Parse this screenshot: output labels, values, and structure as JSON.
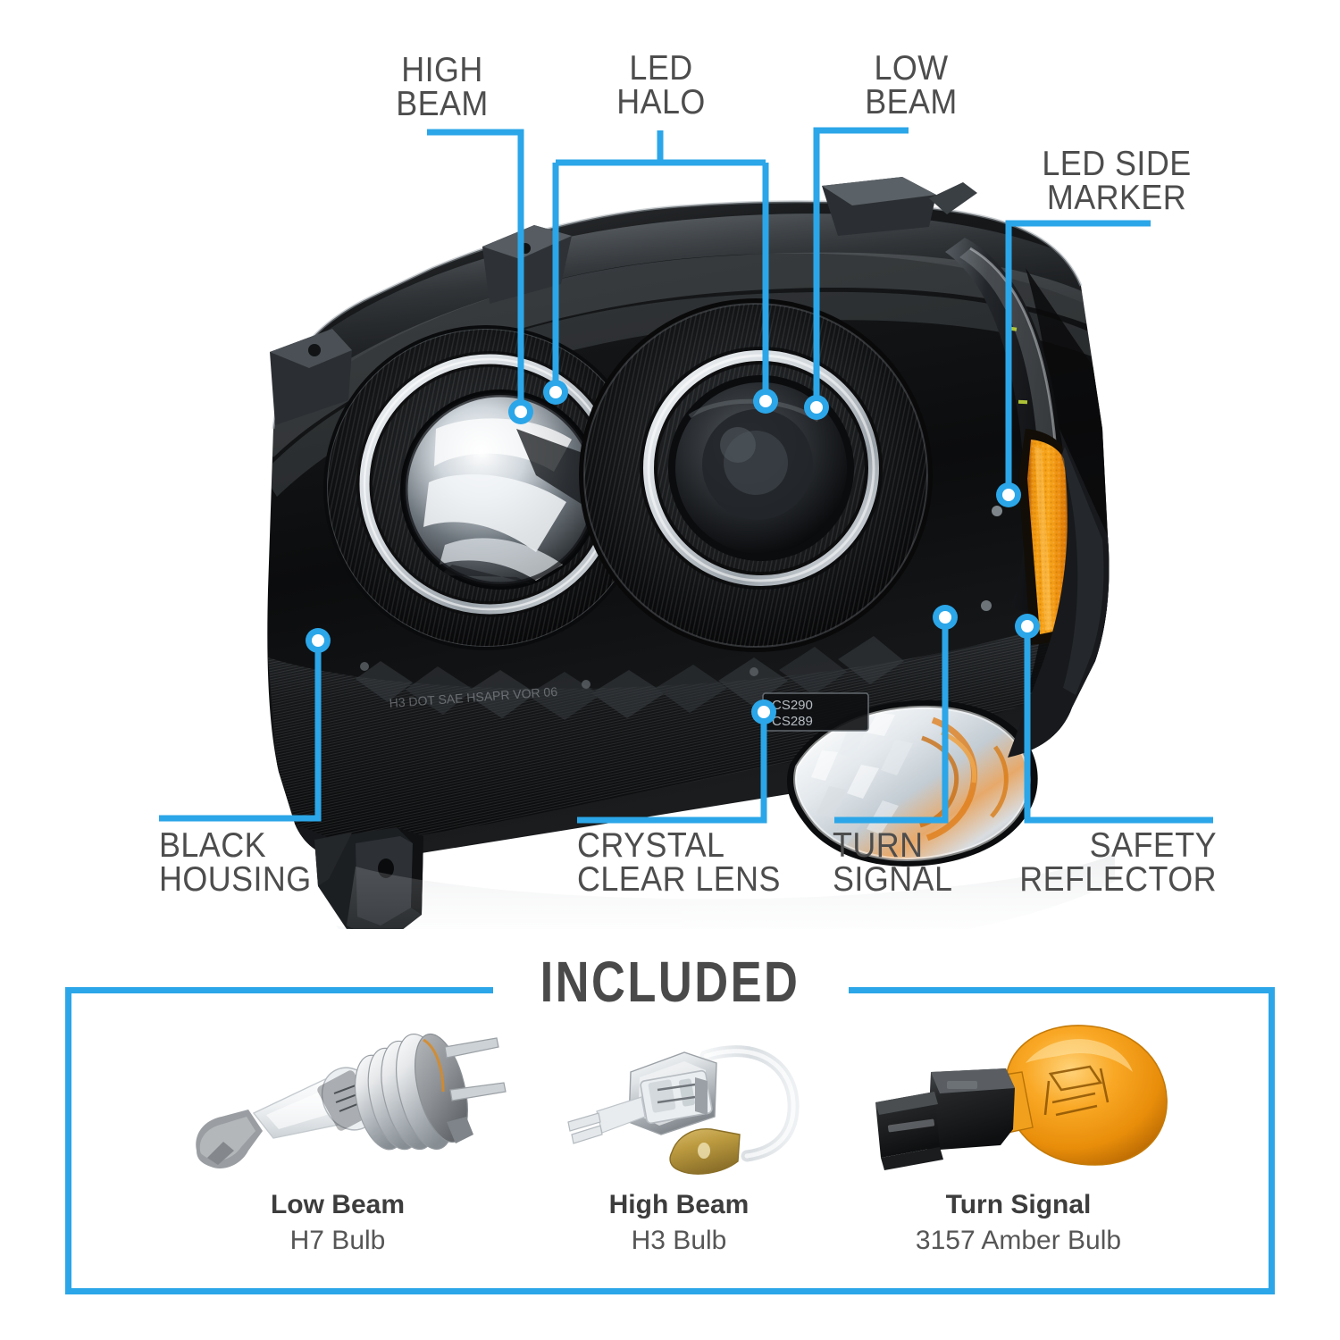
{
  "theme": {
    "accent": "#2BA6E8",
    "label_gray": "#4d4d4d",
    "amber": "#F2940C",
    "background": "#ffffff"
  },
  "product": {
    "type": "headlight-assembly",
    "lens_marking_top": "H3 DOT SAE HSAPR VOR 06",
    "lens_marking_code_1": "CS290",
    "lens_marking_code_2": "CS289"
  },
  "callouts": [
    {
      "id": "high-beam",
      "label": "HIGH\nBEAM",
      "align": "center"
    },
    {
      "id": "led-halo",
      "label": "LED\nHALO",
      "align": "center"
    },
    {
      "id": "low-beam",
      "label": "LOW\nBEAM",
      "align": "center"
    },
    {
      "id": "led-side-marker",
      "label": "LED SIDE\nMARKER",
      "align": "center"
    },
    {
      "id": "black-housing",
      "label": "BLACK\nHOUSING",
      "align": "left"
    },
    {
      "id": "crystal-clear-lens",
      "label": "CRYSTAL\nCLEAR LENS",
      "align": "left"
    },
    {
      "id": "turn-signal",
      "label": "TURN\nSIGNAL",
      "align": "left"
    },
    {
      "id": "safety-reflector",
      "label": "SAFETY\nREFLECTOR",
      "align": "right"
    }
  ],
  "included": {
    "title": "INCLUDED",
    "items": [
      {
        "id": "low-beam-bulb",
        "name": "Low Beam",
        "spec": "H7 Bulb",
        "icon": "halogen-h7-bulb-icon"
      },
      {
        "id": "high-beam-bulb",
        "name": "High Beam",
        "spec": "H3 Bulb",
        "icon": "halogen-h3-bulb-icon"
      },
      {
        "id": "turn-signal-bulb",
        "name": "Turn Signal",
        "spec": "3157 Amber Bulb",
        "icon": "amber-wedge-bulb-icon"
      }
    ]
  }
}
